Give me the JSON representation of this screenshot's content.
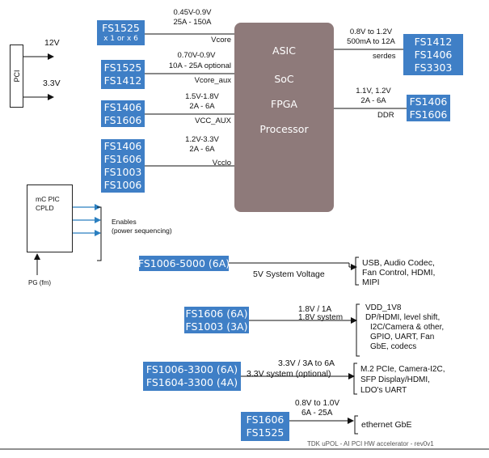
{
  "pci": {
    "label": "PCI",
    "rail_12v": "12V",
    "rail_3v3": "3.3V"
  },
  "processor": {
    "lines": [
      "ASIC",
      "SoC",
      "FPGA",
      "Processor"
    ]
  },
  "left_modules": [
    {
      "lines": [
        "FS1525",
        "x 1 or x 6"
      ],
      "spec": [
        "0.45V-0.9V",
        "25A - 150A"
      ],
      "rail": "Vcore"
    },
    {
      "lines": [
        "FS1525",
        "FS1412"
      ],
      "spec": [
        "0.70V-0.9V",
        "10A - 25A optional"
      ],
      "rail": "Vcore_aux"
    },
    {
      "lines": [
        "FS1406",
        "FS1606"
      ],
      "spec": [
        "1.5V-1.8V",
        "2A - 6A"
      ],
      "rail": "VCC_AUX"
    },
    {
      "lines": [
        "FS1406",
        "FS1606",
        "FS1003",
        "FS1006"
      ],
      "spec": [
        "1.2V-3.3V",
        "2A - 6A"
      ],
      "rail": "Vcclo"
    }
  ],
  "right_modules": [
    {
      "lines": [
        "FS1412",
        "FS1406",
        "FS3303"
      ],
      "spec": [
        "0.8V to 1.2V",
        "500mA to 12A"
      ],
      "rail": "serdes"
    },
    {
      "lines": [
        "FS1406",
        "FS1606"
      ],
      "spec": [
        "1.1V, 1.2V",
        "2A - 6A"
      ],
      "rail": "DDR"
    }
  ],
  "mc": {
    "lines": [
      "mC  PIC",
      "CPLD"
    ],
    "enables": [
      "Enables",
      "(power sequencing)"
    ],
    "pg": "PG (fm)"
  },
  "bottom_rows": [
    {
      "module": [
        "FS1006-5000 (6A)"
      ],
      "label": [
        "5V System Voltage"
      ],
      "targets": [
        "USB, Audio Codec,",
        "Fan Control, HDMI,",
        "MIPI"
      ]
    },
    {
      "module": [
        "FS1606 (6A)",
        "FS1003 (3A)"
      ],
      "label": [
        "1.8V / 1A",
        "1.8V system"
      ],
      "targets": [
        "VDD_1V8",
        "DP/HDMI, level shift,",
        "I2C/Camera & other,",
        "GPIO, UART, Fan",
        "GbE, codecs"
      ]
    },
    {
      "module": [
        "FS1006-3300 (6A)",
        "FS1604-3300 (4A)"
      ],
      "label": [
        "3.3V /  3A to 6A",
        "3.3V system (optional)"
      ],
      "targets": [
        "M.2 PCIe, Camera-I2C,",
        "SFP    Display/HDMI,",
        "LDO's UART"
      ]
    },
    {
      "module": [
        "FS1606",
        "FS1525"
      ],
      "label": [
        "0.8V to 1.0V",
        "6A - 25A"
      ],
      "targets": [
        "ethernet GbE"
      ]
    }
  ],
  "footer": "TDK uPOL - AI PCI HW accelerator - rev0v1",
  "colors": {
    "module_blue": "#3f7fc6",
    "processor": "#8e7a7a",
    "arrow_pci": "#111111",
    "arrow_enable": "#2a7fc0"
  }
}
